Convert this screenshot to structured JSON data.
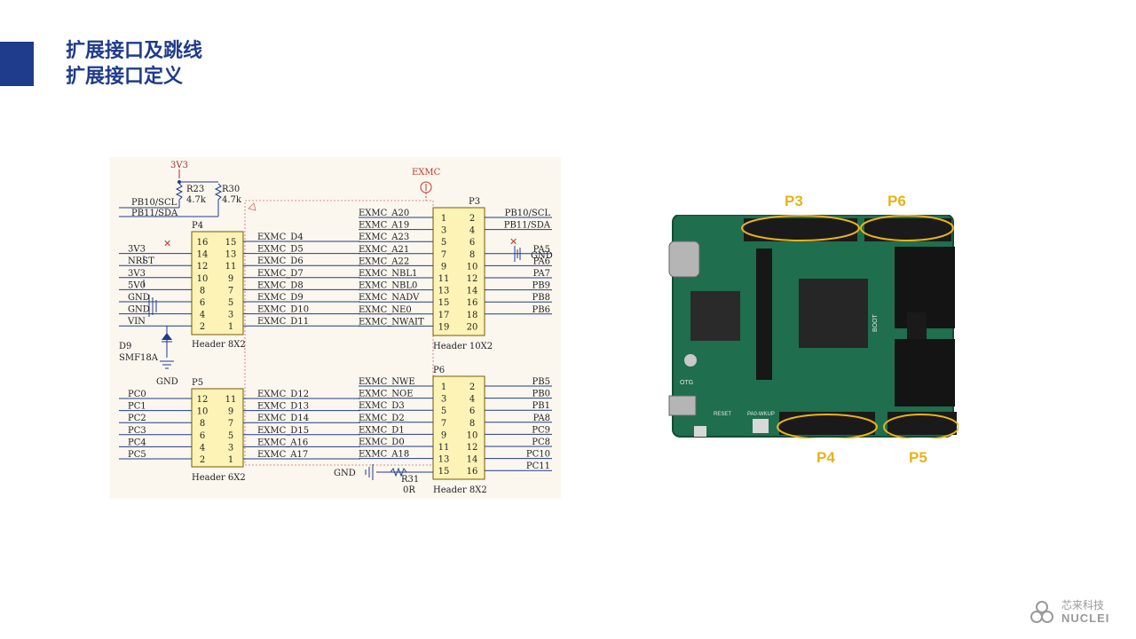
{
  "slide": {
    "title_line1": "扩展接口及跳线",
    "title_line2": "扩展接口定义",
    "accent_color": "#1f3b8c"
  },
  "schematic": {
    "power_top": "3V3",
    "exmc_label": "EXMC",
    "r23": "R23",
    "r23_val": "4.7k",
    "r30": "R30",
    "r30_val": "4.7k",
    "r31": "R31",
    "r31_val": "0R",
    "d9": "D9",
    "d9_part": "SMF18A",
    "gnd": "GND",
    "p4": {
      "ref": "P4",
      "part": "Header 8X2",
      "left_pins": [
        "16",
        "14",
        "12",
        "10",
        "8",
        "6",
        "4",
        "2"
      ],
      "right_pins": [
        "15",
        "13",
        "11",
        "9",
        "7",
        "5",
        "3",
        "1"
      ],
      "left_nets": [
        "",
        "3V3",
        "NRST",
        "3V3",
        "5V0",
        "GND",
        "GND",
        "VIN"
      ],
      "right_nets": [
        "EXMC_D4",
        "EXMC_D5",
        "EXMC_D6",
        "EXMC_D7",
        "EXMC_D8",
        "EXMC_D9",
        "EXMC_D10",
        "EXMC_D11"
      ],
      "top_left_nets": [
        "PB10/SCL",
        "PB11/SDA"
      ]
    },
    "p5": {
      "ref": "P5",
      "part": "Header 6X2",
      "left_pins": [
        "12",
        "10",
        "8",
        "6",
        "4",
        "2"
      ],
      "right_pins": [
        "11",
        "9",
        "7",
        "5",
        "3",
        "1"
      ],
      "left_nets": [
        "PC0",
        "PC1",
        "PC2",
        "PC3",
        "PC4",
        "PC5"
      ],
      "right_nets": [
        "EXMC_D12",
        "EXMC_D13",
        "EXMC_D14",
        "EXMC_D15",
        "EXMC_A16",
        "EXMC_A17"
      ]
    },
    "p3": {
      "ref": "P3",
      "part": "Header 10X2",
      "left_pins": [
        "1",
        "3",
        "5",
        "7",
        "9",
        "11",
        "13",
        "15",
        "17",
        "19"
      ],
      "right_pins": [
        "2",
        "4",
        "6",
        "8",
        "10",
        "12",
        "14",
        "16",
        "18",
        "20"
      ],
      "left_nets": [
        "EXMC_A20",
        "EXMC_A19",
        "EXMC_A23",
        "EXMC_A21",
        "EXMC_A22",
        "EXMC_NBL1",
        "EXMC_NBL0",
        "EXMC_NADV",
        "EXMC_NE0",
        "EXMC_NWAIT"
      ],
      "right_nets": [
        "PB10/SCL",
        "PB11/SDA",
        "",
        "PA5",
        "PA6",
        "PA7",
        "PB9",
        "PB8",
        "PB6",
        ""
      ],
      "gnd_label": "GND"
    },
    "p6": {
      "ref": "P6",
      "part": "Header 8X2",
      "left_pins": [
        "1",
        "3",
        "5",
        "7",
        "9",
        "11",
        "13",
        "15"
      ],
      "right_pins": [
        "2",
        "4",
        "6",
        "8",
        "10",
        "12",
        "14",
        "16"
      ],
      "left_nets": [
        "EXMC_NWE",
        "EXMC_NOE",
        "EXMC_D3",
        "EXMC_D2",
        "EXMC_D1",
        "EXMC_D0",
        "EXMC_A18",
        ""
      ],
      "right_nets": [
        "PB5",
        "PB0",
        "PB1",
        "PA8",
        "PC9",
        "PC8",
        "PC10",
        "PC11"
      ]
    }
  },
  "board": {
    "labels": {
      "p3": "P3",
      "p6": "P6",
      "p4": "P4",
      "p5": "P5"
    },
    "silk": {
      "otg": "OTG",
      "reset": "RESET",
      "wakeup": "PA0-WKUP",
      "boot": "BOOT"
    },
    "board_color": "#1f6e4e",
    "highlight_color": "#e8b21a"
  },
  "logo": {
    "cn": "芯来科技",
    "en": "NUCLEI"
  }
}
